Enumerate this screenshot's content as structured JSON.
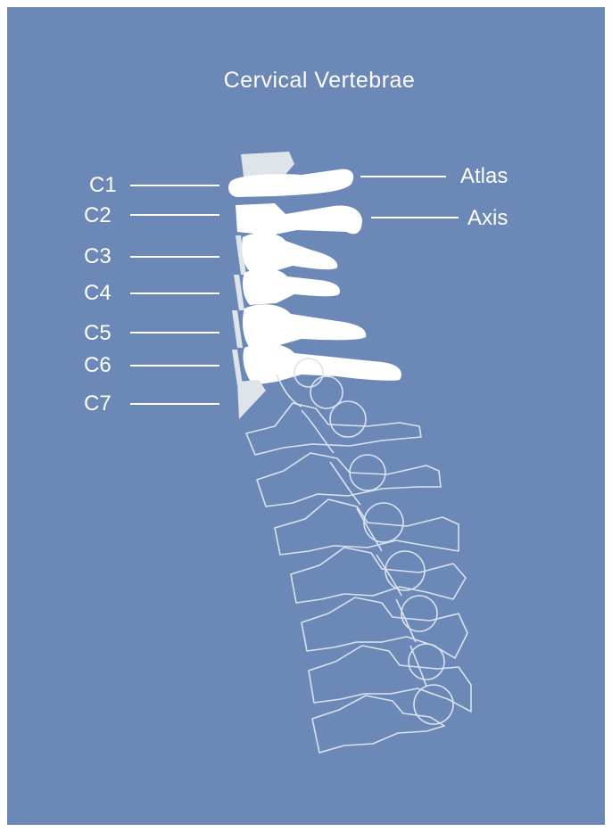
{
  "title": "Cervical Vertebrae",
  "colors": {
    "background": "#6b88b6",
    "bone": "#ffffff",
    "bone_shadow": "#dfe3ea",
    "outline": "#dbe3f0"
  },
  "labels": {
    "left": [
      "C1",
      "C2",
      "C3",
      "C4",
      "C5",
      "C6",
      "C7"
    ],
    "right": [
      "Atlas",
      "Axis"
    ]
  }
}
